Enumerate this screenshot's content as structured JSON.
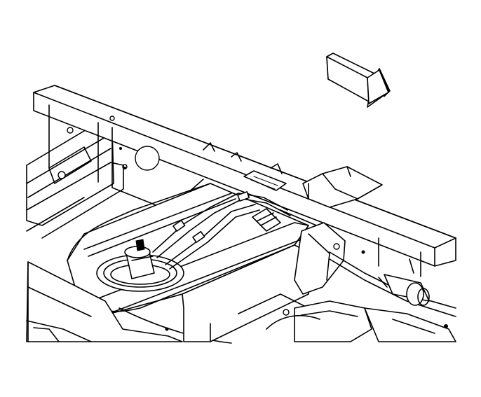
{
  "illustration": {
    "background": "#ffffff",
    "line_color": "#000000",
    "direction_arrow": "forward-arrow",
    "parts": [
      "frame-rail",
      "crossmember",
      "fuel-tank",
      "fuel-sender-module",
      "fuel-lines",
      "fuel-line-clips",
      "fuel-filter",
      "tank-strap",
      "spare-tire-bracket"
    ]
  }
}
